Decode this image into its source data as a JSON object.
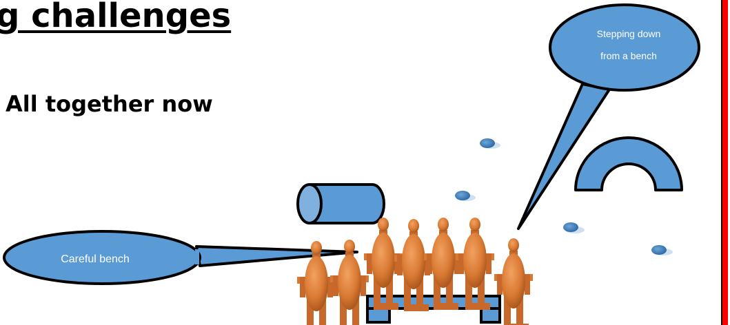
{
  "title": "g challenges",
  "subtitle": "All together now",
  "callouts": {
    "top_right": {
      "line1": "Stepping down",
      "line2": "from a bench"
    },
    "left": {
      "text": "Careful bench"
    }
  },
  "colors": {
    "callout_fill": "#5b9bd5",
    "figure_fill": "#d97a33",
    "equipment_fill": "#5b9bd5",
    "edge_bar": "#ff0000"
  }
}
